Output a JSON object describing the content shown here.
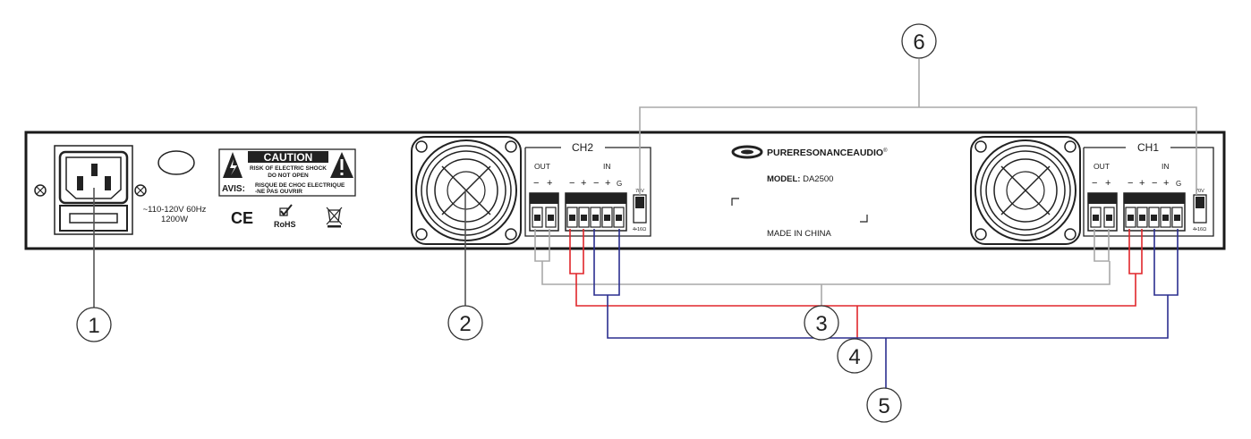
{
  "panel": {
    "power": {
      "rating": "~110-120V 60Hz",
      "watts": "1200W"
    },
    "caution": {
      "title": "CAUTION",
      "line1": "RISK OF ELECTRIC SHOCK",
      "line2": "DO NOT OPEN",
      "avis": "AVIS:",
      "avis_line1": "RISQUE DE CHOC ELECTRIQUE",
      "avis_line2": "-NE PAS OUVRIR"
    },
    "marks": {
      "ce": "CE",
      "rohs": "RoHS"
    },
    "brand": {
      "name_bold": "PURERESONANCE",
      "name_rest": "AUDIO",
      "reg": "®"
    },
    "model": {
      "label": "MODEL:",
      "value": "DA2500"
    },
    "origin": "MADE IN CHINA",
    "ch2": {
      "title": "CH2",
      "out": "OUT",
      "in": "IN",
      "ground": "G",
      "minus": "−",
      "plus": "+",
      "switch_top": "70V",
      "switch_bottom": "4•16Ω"
    },
    "ch1": {
      "title": "CH1",
      "out": "OUT",
      "in": "IN",
      "ground": "G",
      "minus": "−",
      "plus": "+",
      "switch_top": "70V",
      "switch_bottom": "4•16Ω"
    }
  },
  "callouts": [
    "1",
    "2",
    "3",
    "4",
    "5",
    "6"
  ],
  "colors": {
    "panel_stroke": "#1a1a1a",
    "gray_wire": "#a8a8a8",
    "red_wire": "#e0262b",
    "blue_wire": "#2b2f8f",
    "callout_line": "#555555"
  }
}
